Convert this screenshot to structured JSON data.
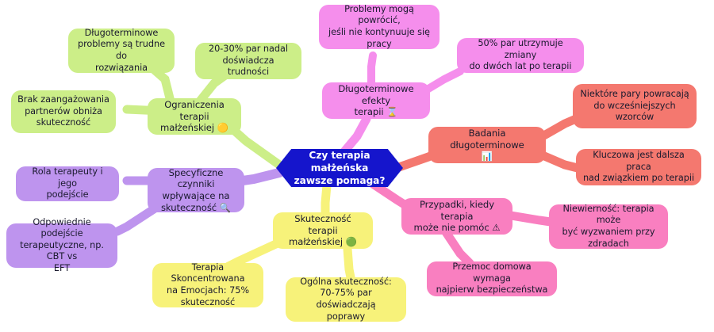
{
  "mindmap": {
    "central": {
      "label": "Czy terapia małżeńska\nzawsze pomaga?",
      "color": "#1515CC",
      "text_color": "#FFFFFF"
    },
    "branches": [
      {
        "id": "ograniczenia",
        "label": "Ograniczenia terapii\nmałżeńskiej ",
        "icon": "🟡",
        "icon_name": "yellow-circle-icon",
        "color": "#CCEE88",
        "children": [
          {
            "id": "dlugoterminowe-problemy",
            "label": "Długoterminowe\nproblemy są trudne do\nrozwiązania",
            "color": "#CCEE88"
          },
          {
            "id": "par-nadal",
            "label": "20-30% par nadal\ndoświadcza trudności",
            "color": "#CCEE88"
          },
          {
            "id": "brak-zaangazowania",
            "label": "Brak zaangażowania\npartnerów obniża\nskuteczność",
            "color": "#CCEE88"
          }
        ]
      },
      {
        "id": "dlugoterminowe-efekty",
        "label": "Długoterminowe efekty\nterapii ",
        "icon": "⌛",
        "icon_name": "hourglass-icon",
        "color": "#F58EEC",
        "children": [
          {
            "id": "problemy-moga-powrocic",
            "label": "Problemy mogą powrócić,\njeśli nie kontynuuje się\npracy",
            "color": "#F58EEC"
          },
          {
            "id": "50-par-utrzymuje",
            "label": "50% par utrzymuje zmiany\ndo dwóch lat po terapii",
            "color": "#F58EEC"
          }
        ]
      },
      {
        "id": "badania-dlugoterminowe",
        "label": "Badania długoterminowe\n",
        "icon": "📊",
        "icon_name": "bar-chart-icon",
        "color": "#F4786F",
        "children": [
          {
            "id": "niektore-pary",
            "label": "Niektóre pary powracają\ndo wcześniejszych\nwzorców",
            "color": "#F4786F"
          },
          {
            "id": "kluczowa-dalsza-praca",
            "label": "Kluczowa jest dalsza praca\nnad związkiem po terapii",
            "color": "#F4786F"
          }
        ]
      },
      {
        "id": "przypadki-nie-pomoc",
        "label": "Przypadki, kiedy terapia\nmoże nie pomóc ",
        "icon": "⚠",
        "icon_name": "warning-triangle-icon",
        "color": "#F97FC0",
        "children": [
          {
            "id": "niewiernosc",
            "label": "Niewierność: terapia może\nbyć wyzwaniem przy\nzdradach",
            "color": "#F97FC0"
          },
          {
            "id": "przemoc-domowa",
            "label": "Przemoc domowa wymaga\nnajpierw bezpieczeństwa",
            "color": "#F97FC0"
          }
        ]
      },
      {
        "id": "skutecznosc-terapii",
        "label": "Skuteczność terapii\nmałżeńskiej ",
        "icon": "🟢",
        "icon_name": "green-circle-icon",
        "color": "#F7F27A",
        "children": [
          {
            "id": "terapia-emocje",
            "label": "Terapia Skoncentrowana\nna Emocjach: 75%\nskuteczność",
            "color": "#F7F27A"
          },
          {
            "id": "ogolna-skutecznosc",
            "label": "Ogólna skuteczność:\n70-75% par doświadczają\npoprawy",
            "color": "#F7F27A"
          }
        ]
      },
      {
        "id": "specyficzne-czynniki",
        "label": "Specyficzne czynniki\nwpływające na\nskuteczność ",
        "icon": "🔍",
        "icon_name": "magnifying-glass-icon",
        "color": "#BE94EE",
        "children": [
          {
            "id": "rola-terapeuty",
            "label": "Rola terapeuty i jego\npodejście",
            "color": "#BE94EE"
          },
          {
            "id": "odpowiednie-podejscie",
            "label": "Odpowiednie podejście\nterapeutyczne, np. CBT vs\nEFT",
            "color": "#BE94EE"
          }
        ]
      }
    ]
  }
}
